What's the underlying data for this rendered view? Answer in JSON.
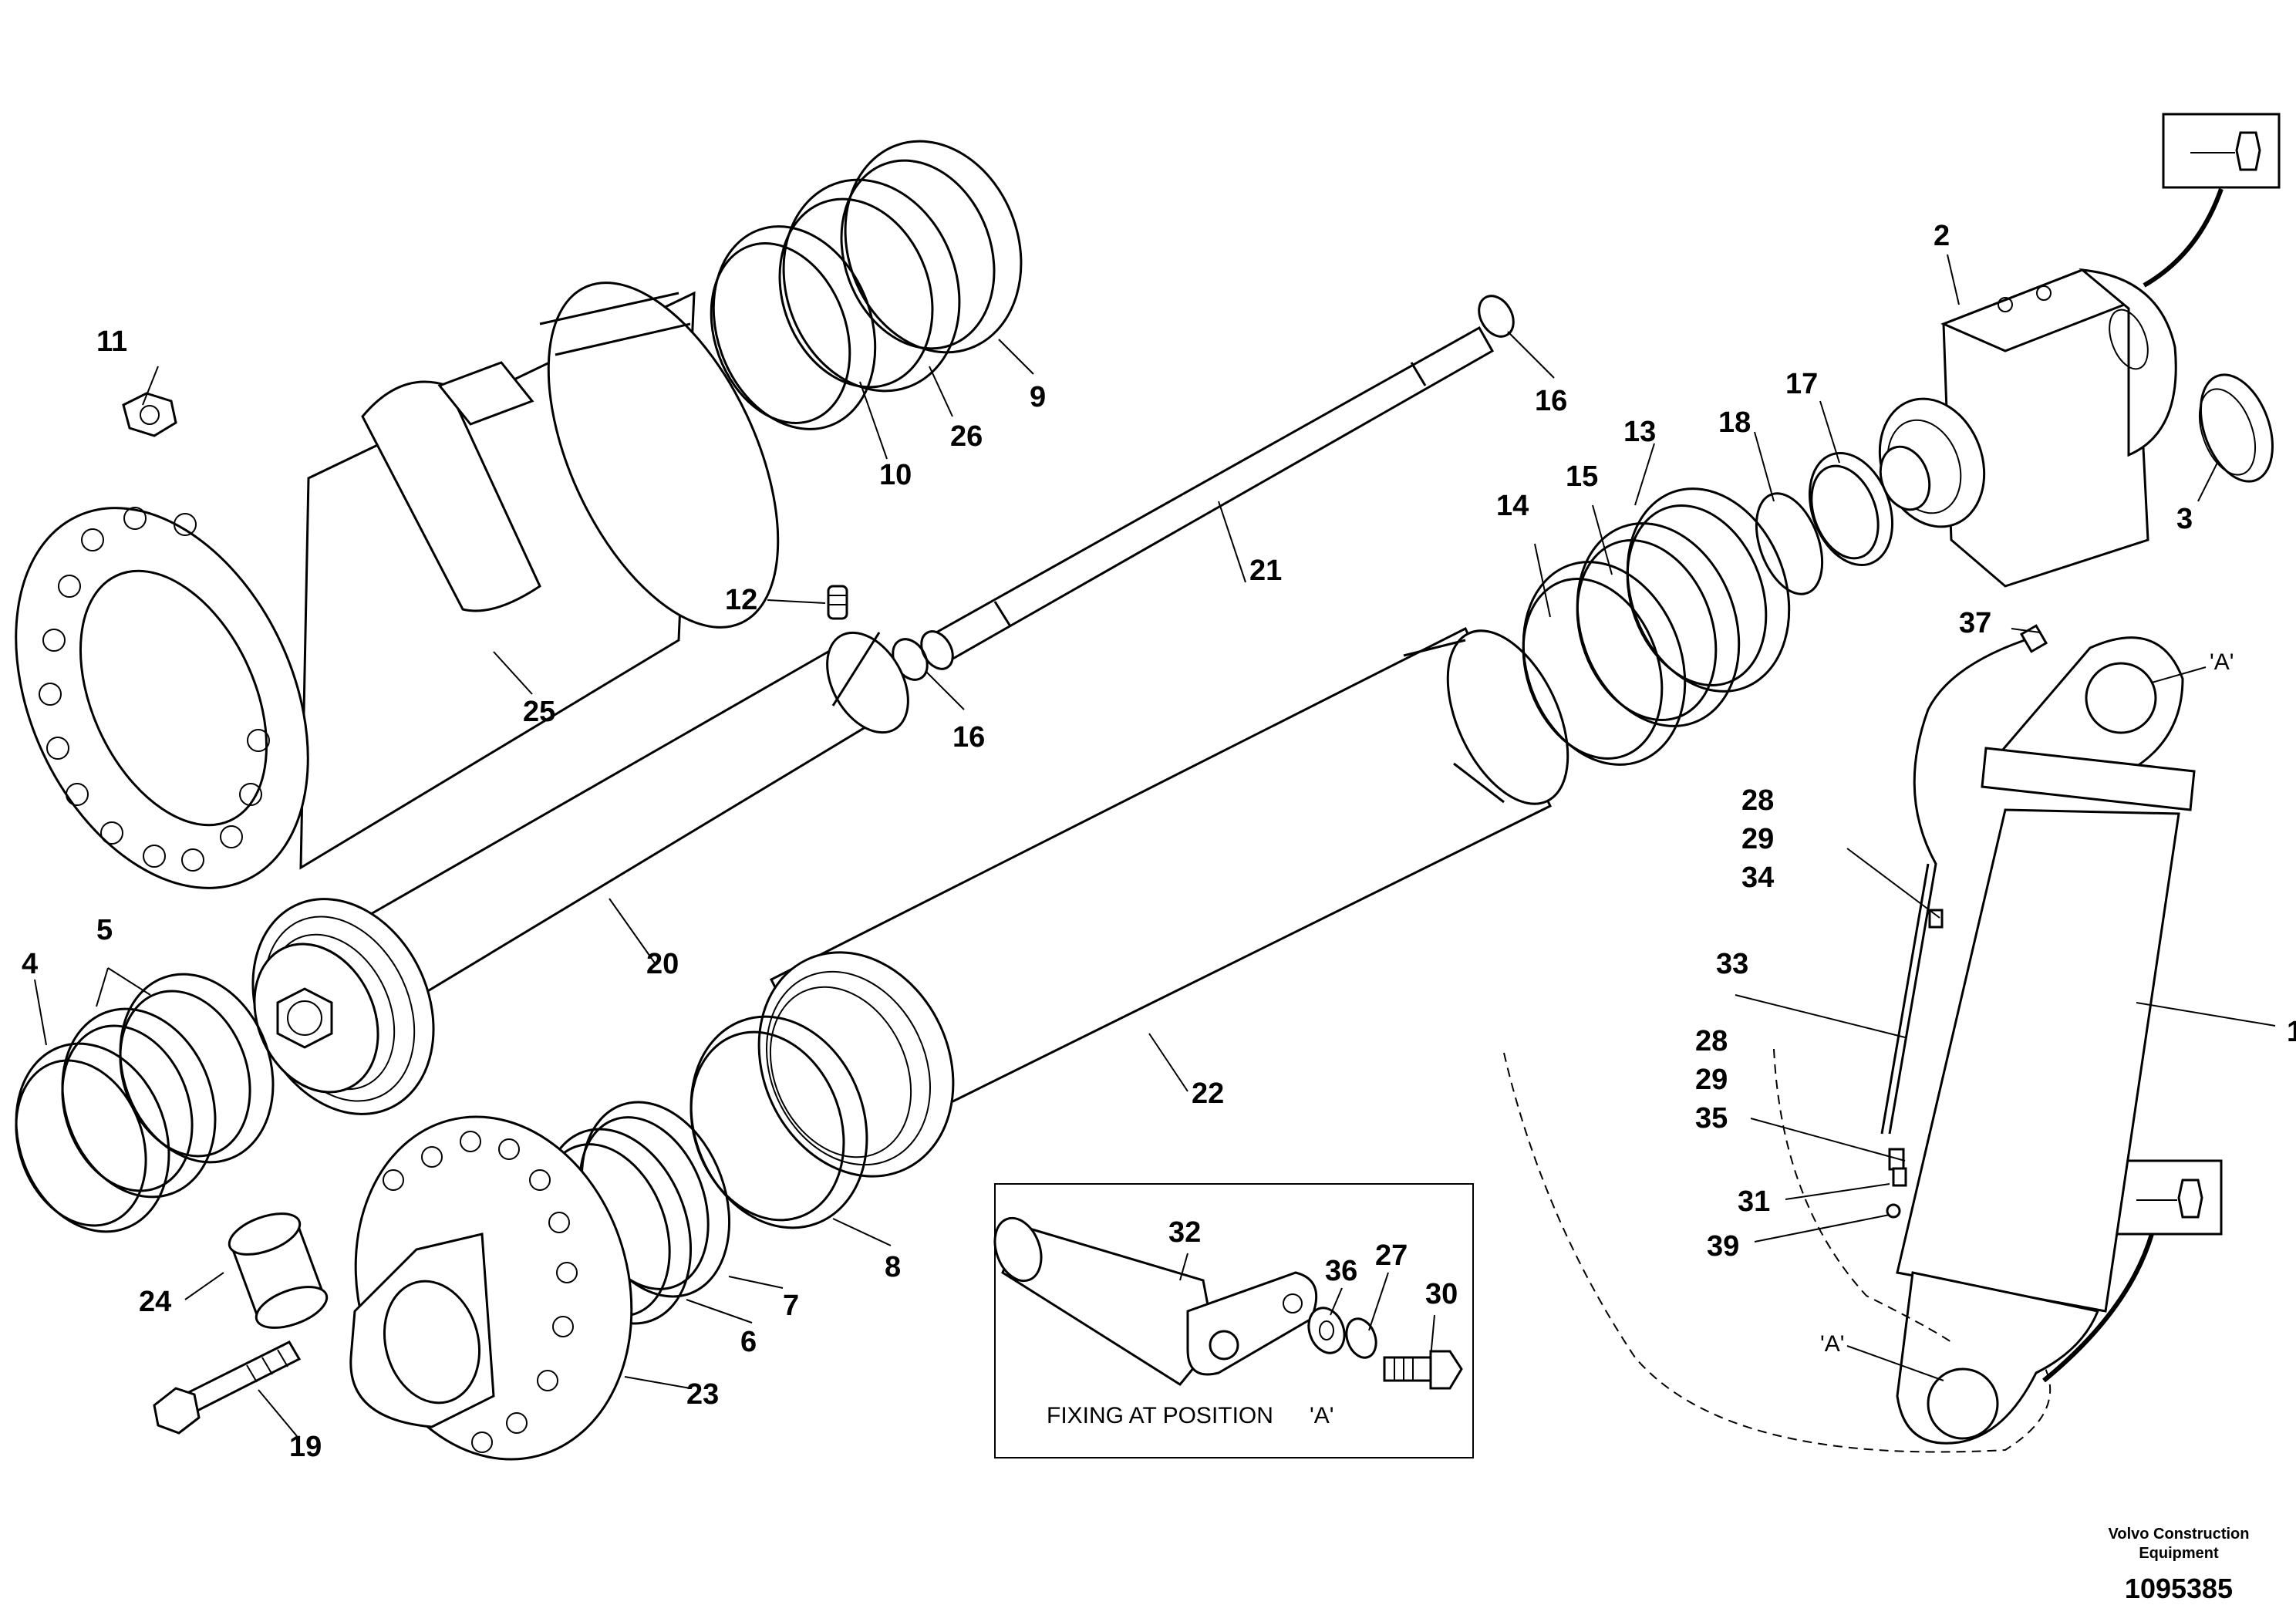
{
  "diagram": {
    "callouts": [
      "1",
      "2",
      "3",
      "4",
      "5",
      "6",
      "7",
      "8",
      "9",
      "10",
      "11",
      "12",
      "13",
      "14",
      "15",
      "16",
      "16",
      "17",
      "18",
      "19",
      "20",
      "21",
      "22",
      "23",
      "24",
      "25",
      "26",
      "27",
      "28",
      "29",
      "34",
      "33",
      "28",
      "29",
      "35",
      "31",
      "39",
      "37",
      "30",
      "32",
      "36"
    ],
    "position_marks": [
      "'A'",
      "'A'"
    ],
    "inset_caption": "FIXING AT POSITION",
    "inset_position": "'A'",
    "footer_line1": "Volvo Construction",
    "footer_line2": "Equipment",
    "document_number": "1095385"
  }
}
